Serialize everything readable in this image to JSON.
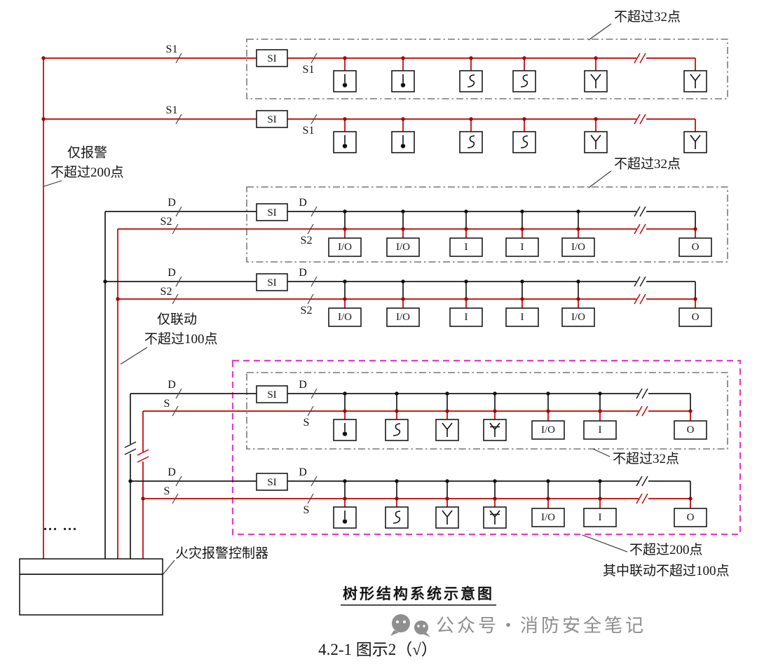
{
  "diagram": {
    "title": "树形结构系统示意图",
    "caption": "4.2-1 图示2（√）",
    "watermark": "公众号・消防安全笔记"
  },
  "wire_labels": {
    "s1": "S1",
    "s2": "S2",
    "s": "S",
    "d": "D"
  },
  "module_labels": {
    "si": "SI",
    "io": "I/O",
    "input": "I",
    "output": "O"
  },
  "annotations": {
    "max32": "不超过32点",
    "alarm_only_1": "仅报警",
    "alarm_only_2": "不超过200点",
    "linkage_only_1": "仅联动",
    "linkage_only_2": "不超过100点",
    "combined_1": "不超过200点",
    "combined_2": "其中联动不超过100点",
    "controller": "火灾报警控制器",
    "ellipsis": "...  ..."
  },
  "loops": [
    {
      "row": 1,
      "wires": [
        "S1"
      ],
      "isolator": "SI",
      "devices": [
        "heat-detector",
        "heat-detector",
        "smoke-detector",
        "smoke-detector",
        "manual-call-point",
        "manual-call-point"
      ],
      "limit": "不超过32点"
    },
    {
      "row": 2,
      "wires": [
        "S1"
      ],
      "isolator": "SI",
      "devices": [
        "heat-detector",
        "heat-detector",
        "smoke-detector",
        "smoke-detector",
        "manual-call-point",
        "manual-call-point"
      ]
    },
    {
      "row": 3,
      "wires": [
        "D",
        "S2"
      ],
      "isolator": "SI",
      "devices": [
        "I/O",
        "I/O",
        "I",
        "I",
        "I/O",
        "O"
      ],
      "limit": "不超过32点"
    },
    {
      "row": 4,
      "wires": [
        "D",
        "S2"
      ],
      "isolator": "SI",
      "devices": [
        "I/O",
        "I/O",
        "I",
        "I",
        "I/O",
        "O"
      ]
    },
    {
      "row": 5,
      "wires": [
        "D",
        "S"
      ],
      "isolator": "SI",
      "devices": [
        "heat-detector",
        "smoke-detector",
        "manual-call-point",
        "hydrant-button",
        "I/O",
        "I",
        "O"
      ],
      "limit": "不超过32点"
    },
    {
      "row": 6,
      "wires": [
        "D",
        "S"
      ],
      "isolator": "SI",
      "devices": [
        "heat-detector",
        "smoke-detector",
        "manual-call-point",
        "hydrant-button",
        "I/O",
        "I",
        "O"
      ]
    }
  ],
  "colors": {
    "signal_wire": "#c00000",
    "data_wire": "#1a1a1a",
    "group_border": "#e83cc8",
    "loop_border": "#5a5a5a",
    "watermark": "#8e8e8e"
  },
  "icons": {
    "heat_detector": "line-with-dot",
    "smoke_detector": "s-curve",
    "manual_call_point": "Y",
    "hydrant_button": "Y-with-bar"
  }
}
